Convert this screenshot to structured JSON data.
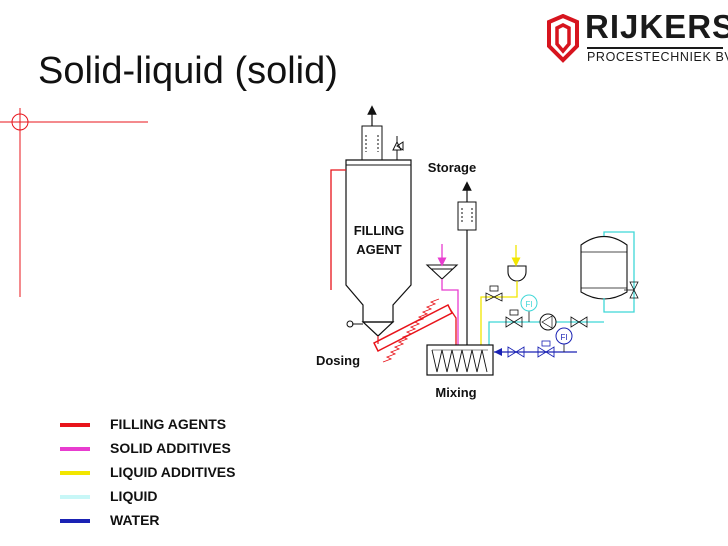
{
  "slide": {
    "title": "Solid-liquid (solid)"
  },
  "logo": {
    "name": "RIJKERS",
    "subtitle": "PROCESTECHNIEK BV",
    "color": "#d7141e"
  },
  "diagram": {
    "hopper_label_line1": "FILLING",
    "hopper_label_line2": "AGENT",
    "storage_label": "Storage",
    "dosing_label": "Dosing",
    "mixing_label": "Mixing",
    "flow_indicator_1": "FI",
    "flow_indicator_2": "FI"
  },
  "legend": [
    {
      "label": "FILLING AGENTS",
      "color": "#e8141b"
    },
    {
      "label": "SOLID ADDITIVES",
      "color": "#e83ccf"
    },
    {
      "label": "LIQUID ADDITIVES",
      "color": "#f2e600"
    },
    {
      "label": "LIQUID",
      "color": "#c8f7f7"
    },
    {
      "label": "WATER",
      "color": "#1a22b4"
    }
  ],
  "colors": {
    "filling": "#e8141b",
    "solid_additive": "#e83ccf",
    "liquid_additive": "#f2e600",
    "liquid": "#3fd7d7",
    "water": "#1a22b4",
    "corner_lines": "#e8141b"
  }
}
